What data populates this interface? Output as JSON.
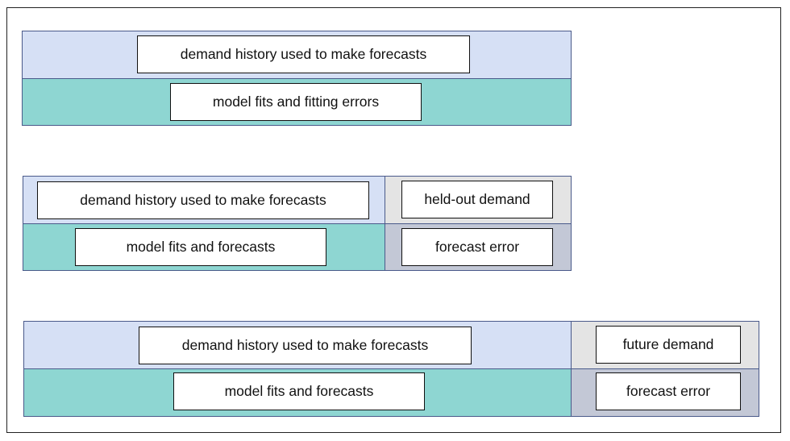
{
  "rows": [
    {
      "top_left_label": "demand history used to make forecasts",
      "bottom_left_label": "model fits and fitting errors"
    },
    {
      "top_left_label": "demand history used to make forecasts",
      "bottom_left_label": "model fits and forecasts",
      "top_right_label": "held-out demand",
      "bottom_right_label": "forecast error"
    },
    {
      "top_left_label": "demand history used to make forecasts",
      "bottom_left_label": "model fits and forecasts",
      "top_right_label": "future demand",
      "bottom_right_label": "forecast error"
    }
  ],
  "colors": {
    "history_band": "#d6e0f5",
    "fits_band": "#8ed6d2",
    "heldout_band": "#e4e4e4",
    "error_band": "#c3c8d6"
  }
}
